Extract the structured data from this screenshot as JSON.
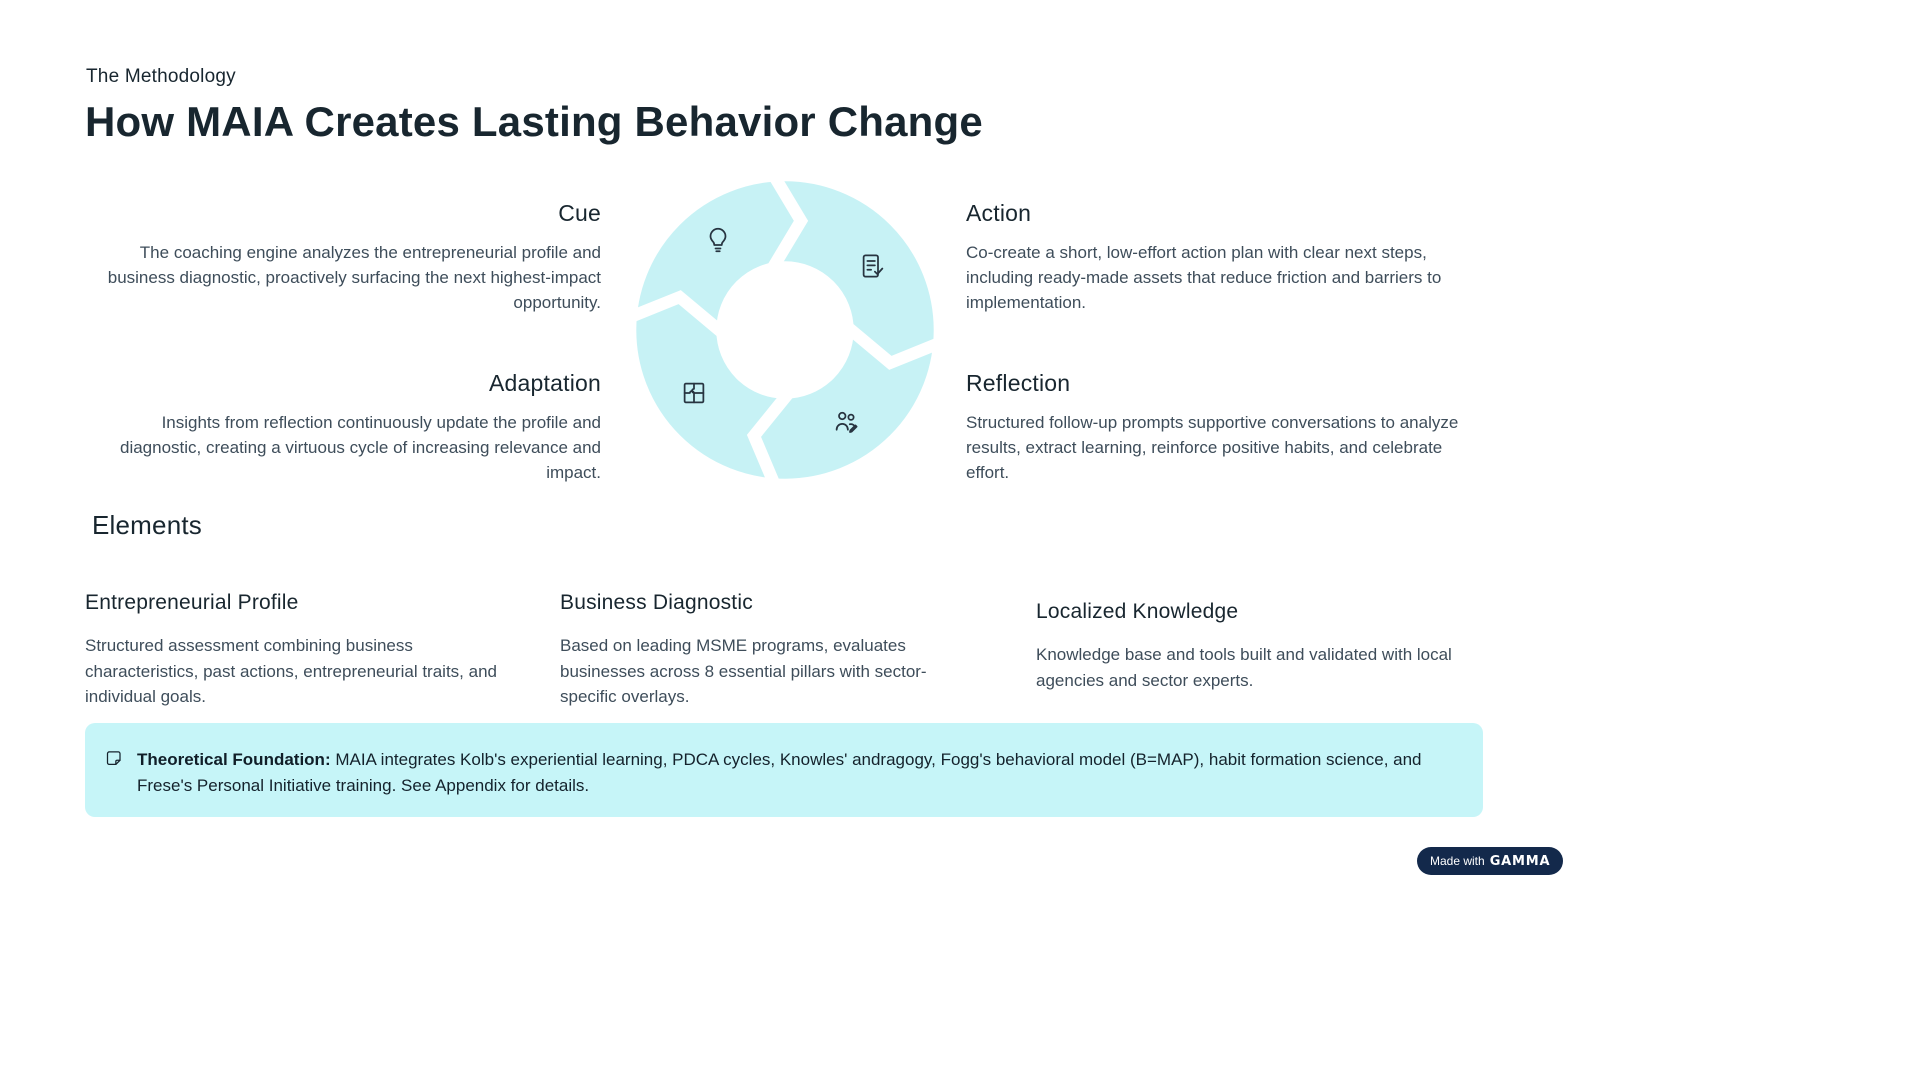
{
  "page": {
    "kicker": "The Methodology",
    "title": "How MAIA Creates Lasting Behavior Change"
  },
  "cycle": {
    "steps": [
      {
        "label": "Cue",
        "icon": "lightbulb-icon",
        "description": "The coaching engine analyzes the entrepreneurial profile and business diagnostic, proactively surfacing the next highest-impact opportunity."
      },
      {
        "label": "Action",
        "icon": "checklist-icon",
        "description": "Co-create a short, low-effort action plan with clear next steps, including ready-made assets that reduce friction and barriers to implementation."
      },
      {
        "label": "Adaptation",
        "icon": "puzzle-icon",
        "description": "Insights from reflection continuously update the profile and diagnostic, creating a virtuous cycle of increasing relevance and impact."
      },
      {
        "label": "Reflection",
        "icon": "people-icon",
        "description": "Structured follow-up prompts supportive conversations to analyze results, extract learning, reinforce positive habits, and celebrate effort."
      }
    ]
  },
  "elements": {
    "heading": "Elements",
    "items": [
      {
        "title": "Entrepreneurial Profile",
        "description": "Structured assessment combining business characteristics, past actions, entrepreneurial traits, and individual goals."
      },
      {
        "title": "Business Diagnostic",
        "description": "Based on leading MSME programs, evaluates businesses across 8 essential pillars with sector-specific overlays."
      },
      {
        "title": "Localized Knowledge",
        "description": "Knowledge base and tools built and validated with local agencies and sector experts."
      }
    ]
  },
  "foundation": {
    "icon": "note-icon",
    "label": "Theoretical Foundation:",
    "text": " MAIA integrates Kolb's experiential learning, PDCA cycles, Knowles' andragogy, Fogg's behavioral model (B=MAP), habit formation science, and Frese's Personal Initiative training. See Appendix for details."
  },
  "badge": {
    "prefix": "Made with",
    "brand": "GAMMA"
  },
  "colors": {
    "accent_cyan": "#c7f2f5",
    "banner_cyan": "#c6f5f8",
    "badge_navy": "#13294b"
  }
}
